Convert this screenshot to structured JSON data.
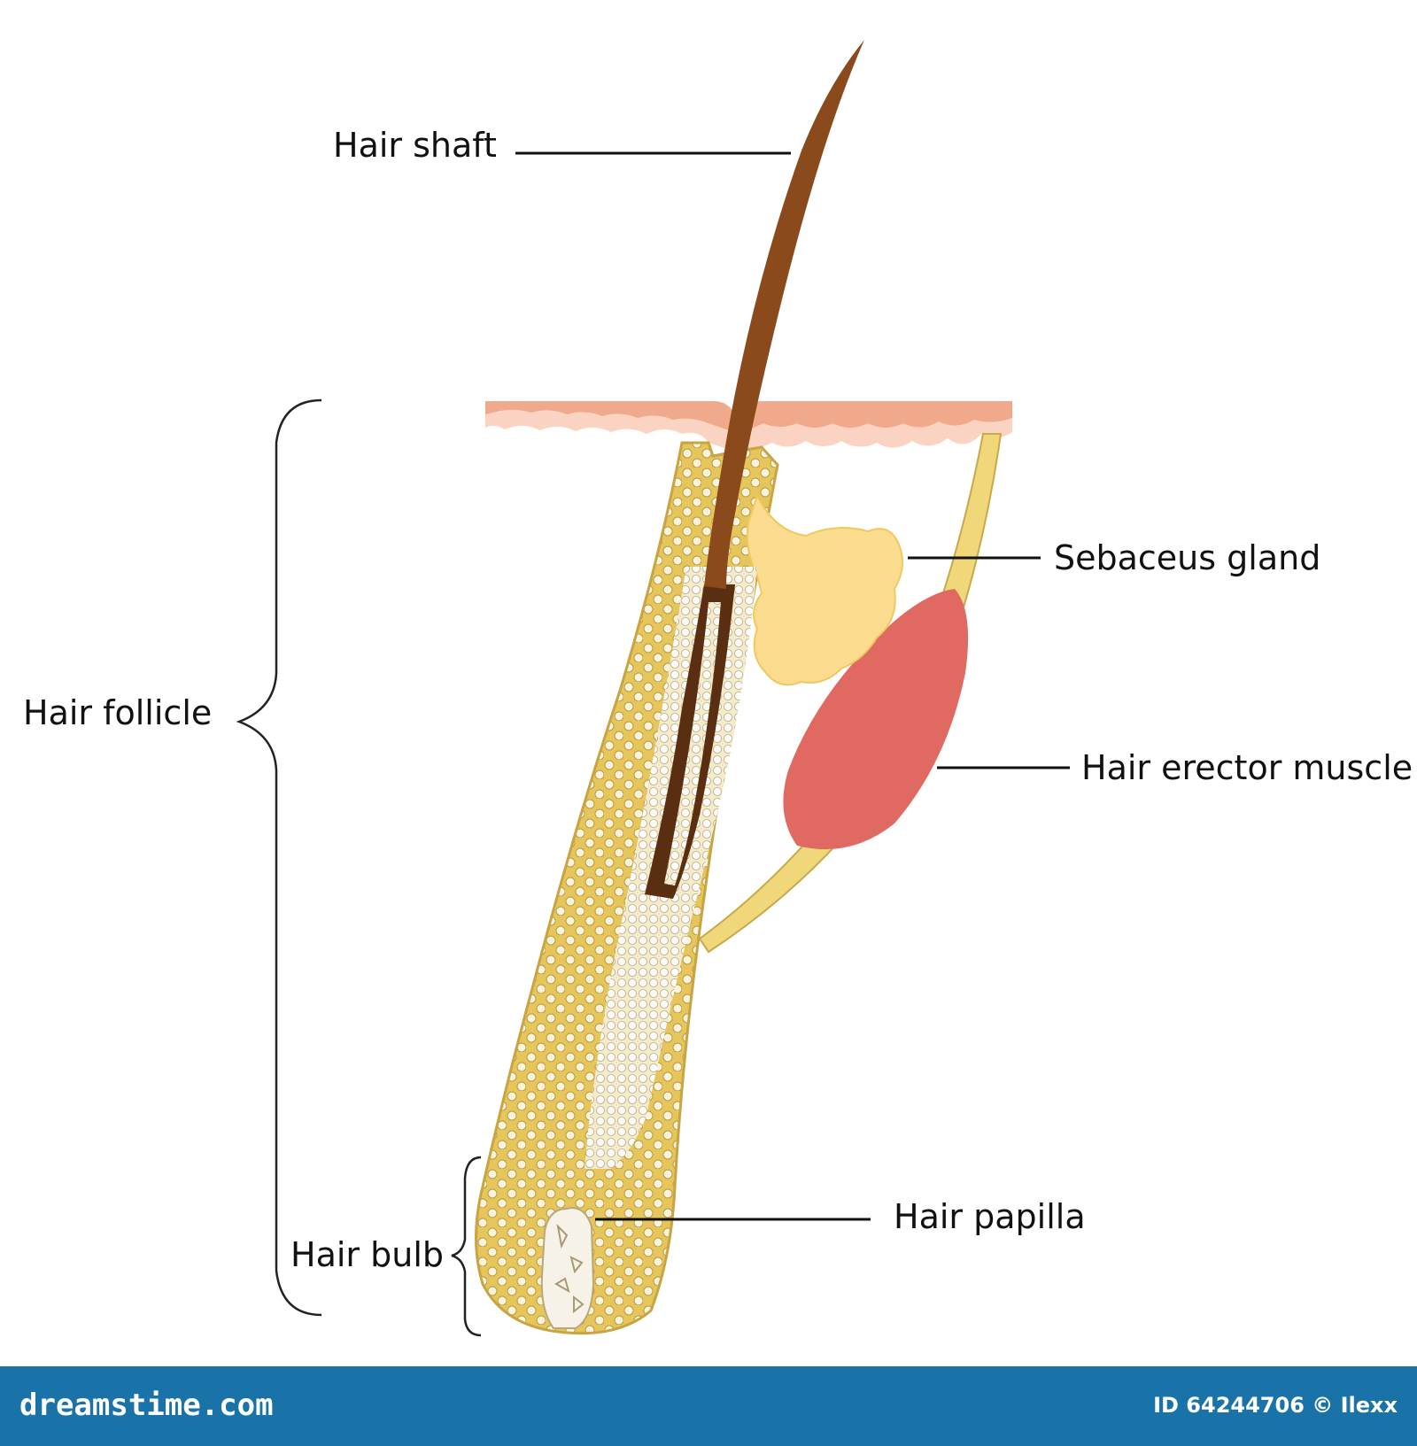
{
  "labels": {
    "hair_shaft": "Hair shaft",
    "sebaceus_gland": "Sebaceus gland",
    "hair_follicle": "Hair follicle",
    "hair_erector_muscle": "Hair erector muscle",
    "hair_papilla": "Hair papilla",
    "hair_bulb": "Hair bulb"
  },
  "footer": {
    "site": "dreamstime.com",
    "id_text": "ID 64244706 © Ilexx"
  },
  "colors": {
    "skin": "#f0a98a",
    "skin_inner": "#fbd3c2",
    "follicle": "#e8c85c",
    "follicle_light": "#f5e0a0",
    "gland": "#fbdc8e",
    "muscle": "#e06a62",
    "hair": "#8b4a1c",
    "hair_dark": "#5a2e10",
    "footer_bg": "#1a73a8"
  }
}
